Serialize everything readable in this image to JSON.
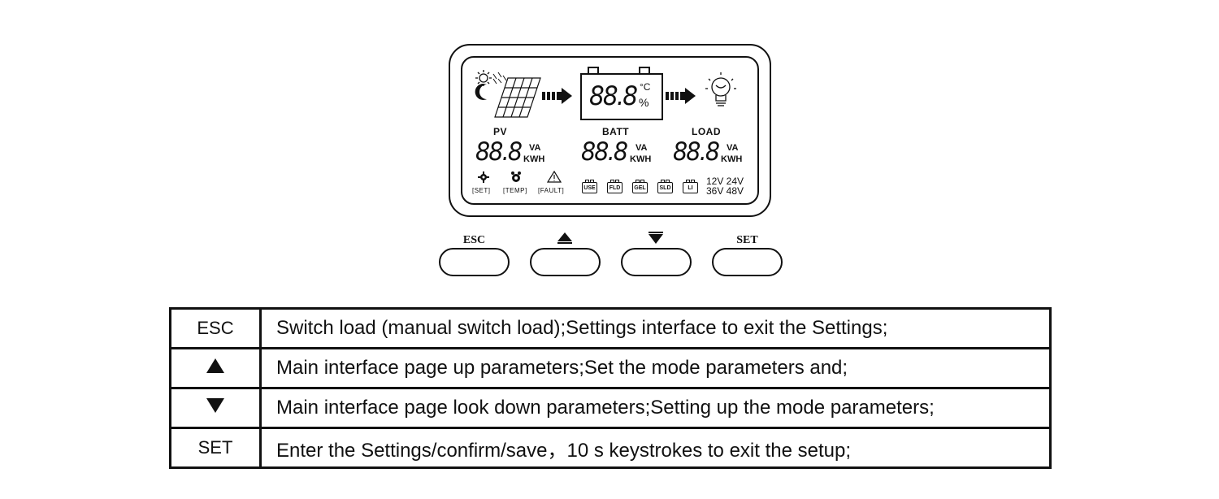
{
  "lcd": {
    "battery_readout": "88.8",
    "battery_unit_top": "°C",
    "battery_unit_bottom": "%",
    "pv": {
      "label": "PV",
      "value": "88.8",
      "unit_top": "VA",
      "unit_bottom": "KWH"
    },
    "batt": {
      "label": "BATT",
      "value": "88.8",
      "unit_top": "VA",
      "unit_bottom": "KWH"
    },
    "load": {
      "label": "LOAD",
      "value": "88.8",
      "unit_top": "VA",
      "unit_bottom": "KWH"
    },
    "indicators": {
      "set": "[SET]",
      "temp": "[TEMP]",
      "fault": "[FAULT]"
    },
    "battery_types": [
      "USE",
      "FLD",
      "GEL",
      "SLD",
      "LI"
    ],
    "voltages": {
      "row1": "12V 24V",
      "row2": "36V 48V"
    }
  },
  "buttons": {
    "esc": "ESC",
    "set": "SET"
  },
  "key_table": [
    {
      "key": "ESC",
      "key_icon": "",
      "description": "Switch load (manual switch load);Settings interface to exit the Settings;"
    },
    {
      "key": "",
      "key_icon": "up-triangle-icon",
      "description": "Main interface page up parameters;Set the mode parameters and;"
    },
    {
      "key": "",
      "key_icon": "down-triangle-icon",
      "description": "Main interface page look down parameters;Setting up the mode parameters;"
    },
    {
      "key": "SET",
      "key_icon": "",
      "description": "Enter the Settings/confirm/save，10 s keystrokes to exit the setup;"
    }
  ]
}
